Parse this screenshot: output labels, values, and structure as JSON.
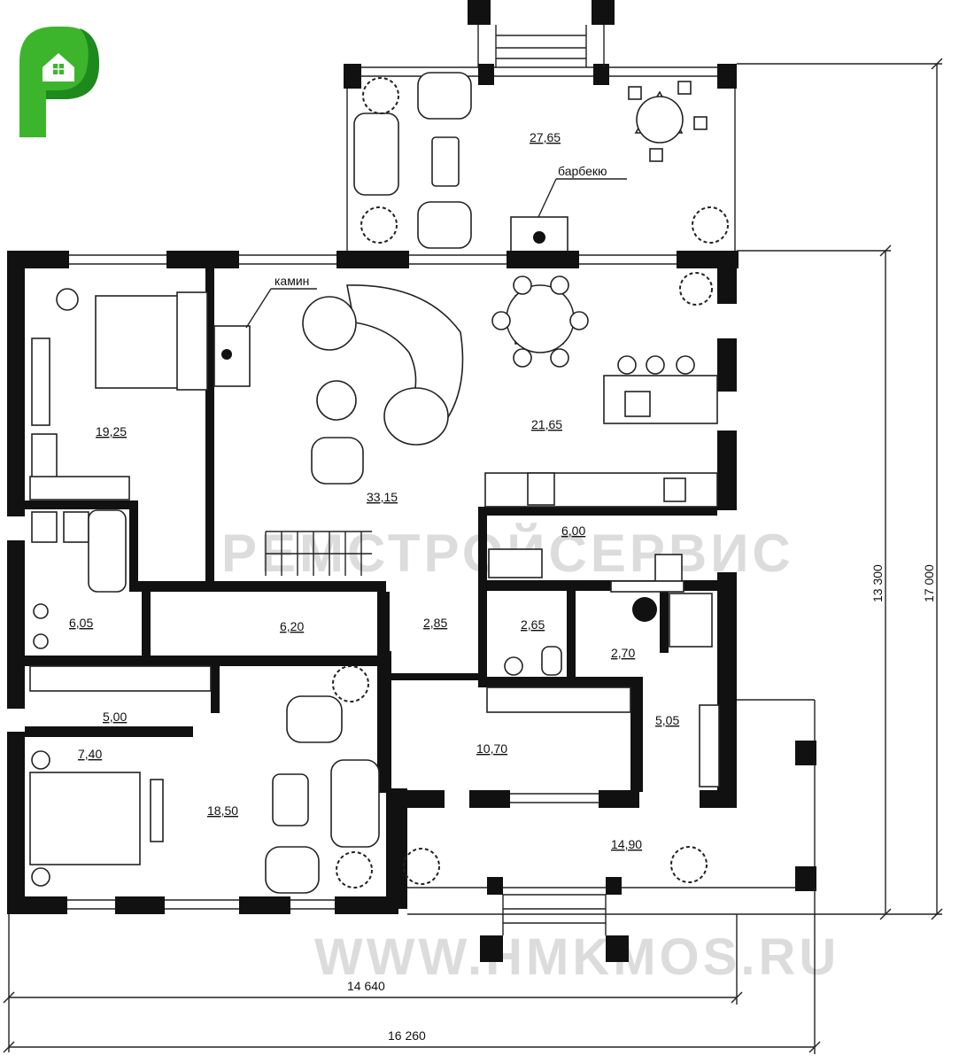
{
  "watermarks": {
    "company": "РЕМСТРОЙСЕРВИС",
    "site": "WWW.HMKMOS.RU"
  },
  "annotations": {
    "fireplace": "камин",
    "bbq": "барбекю"
  },
  "rooms": {
    "terrace_top": "27,65",
    "bedroom_left": "19,25",
    "living": "33,15",
    "kitchen_dining": "21,65",
    "pantry": "6,00",
    "bath_left": "6,05",
    "hall": "6,20",
    "corridor": "2,85",
    "wc": "2,65",
    "boiler": "2,70",
    "closet": "5,00",
    "wardrobe": "7,40",
    "bedroom_bottom": "18,50",
    "entrance_hall": "10,70",
    "storage": "5,05",
    "terrace_bottom": "14,90"
  },
  "dimensions": {
    "width_inner": "14 640",
    "width_total": "16 260",
    "height_inner": "13 300",
    "height_total": "17 000"
  },
  "colors": {
    "logo_green_dark": "#1e8a1e",
    "logo_green_light": "#48c632",
    "wall": "#111111"
  }
}
